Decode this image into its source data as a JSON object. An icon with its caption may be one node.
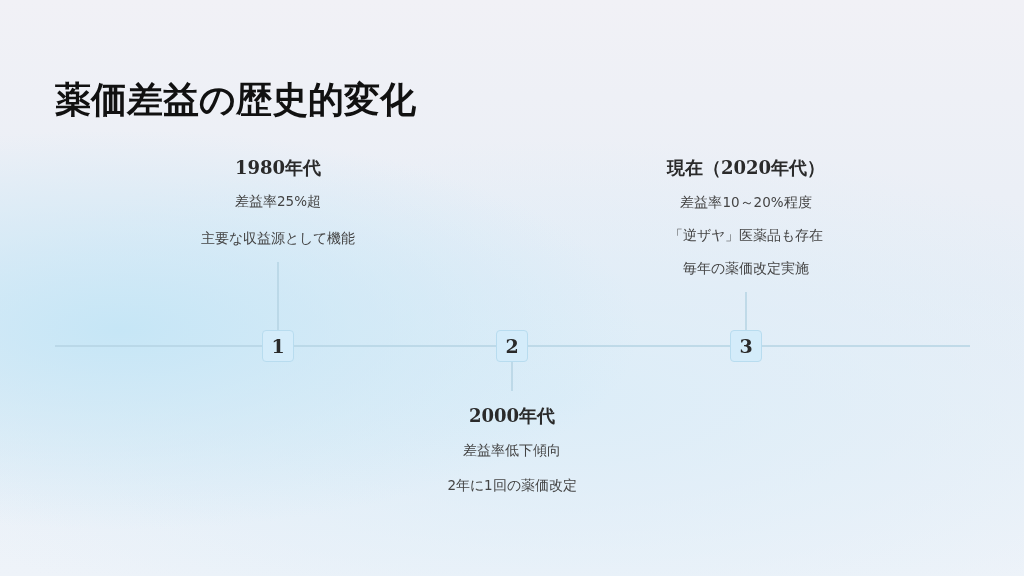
{
  "diagram": {
    "title": "薬価差益の歴史的変化",
    "nodes": [
      {
        "text": [
          "1980年代",
          "差益率25%超",
          "主要な収益源として機能"
        ]
      },
      {
        "text": [
          "1"
        ]
      },
      {
        "text": [
          "2"
        ]
      },
      {
        "text": [
          "2000年代",
          "差益率低下傾向",
          "2年に1回の薬価改定"
        ]
      },
      {
        "text": [
          "現在（2020年代）",
          "差益率10～20%程度",
          "「逆ザヤ」医薬品も存在",
          "毎年の薬価改定実施"
        ]
      },
      {
        "text": [
          "3"
        ]
      }
    ],
    "edges": [
      {
        "from": 1,
        "to": 0,
        "arrow": "none"
      },
      {
        "from": 2,
        "to": 3,
        "arrow": "none"
      },
      {
        "from": 5,
        "to": 4,
        "arrow": "none"
      }
    ]
  }
}
